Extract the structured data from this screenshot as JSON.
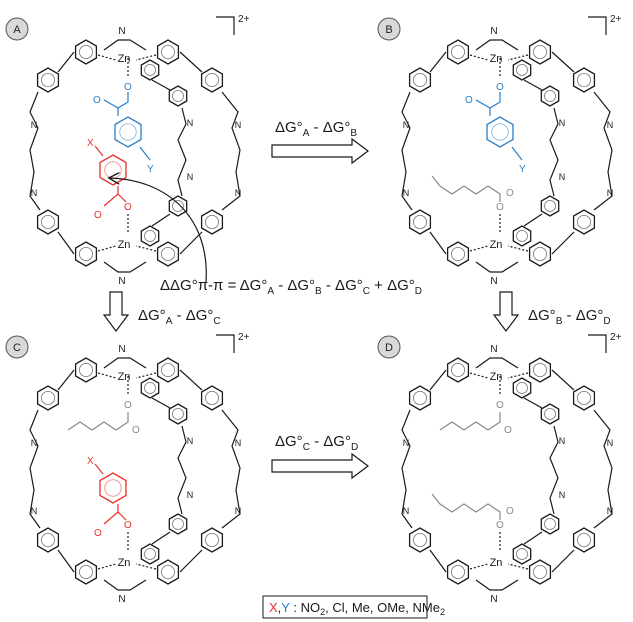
{
  "panels": [
    {
      "id": "A",
      "label": "A",
      "charge_num": "2",
      "charge_sign": "+",
      "guest_top": "blue_ester",
      "guest_bottom": "red_benzoate",
      "sub_x": "X",
      "sub_y": "Y"
    },
    {
      "id": "B",
      "label": "B",
      "charge_num": "2",
      "charge_sign": "+",
      "guest_top": "blue_ester",
      "guest_bottom": "gray_hexanoate",
      "sub_y": "Y"
    },
    {
      "id": "C",
      "label": "C",
      "charge_num": "2",
      "charge_sign": "+",
      "guest_top": "gray_hexanoate",
      "guest_bottom": "red_benzoate",
      "sub_x": "X"
    },
    {
      "id": "D",
      "label": "D",
      "charge_num": "2",
      "charge_sign": "+",
      "guest_top": "gray_hexanoate",
      "guest_bottom": "gray_hexanoate"
    }
  ],
  "metal_label": "Zn",
  "atom_N": "N",
  "arrows": {
    "ab": {
      "pre": "ΔG°",
      "sub1": "A",
      "mid": " - ΔG°",
      "sub2": "B"
    },
    "cd": {
      "pre": "ΔG°",
      "sub1": "C",
      "mid": " - ΔG°",
      "sub2": "D"
    },
    "ac": {
      "pre": "ΔG°",
      "sub1": "A",
      "mid": " - ΔG°",
      "sub2": "C"
    },
    "bd": {
      "pre": "ΔG°",
      "sub1": "B",
      "mid": " - ΔG°",
      "sub2": "D"
    }
  },
  "equation": {
    "t1": "ΔΔG°π-π = ΔG°",
    "s1": "A",
    "t2": " - ΔG°",
    "s2": "B",
    "t3": " - ΔG°",
    "s3": "C",
    "t4": " + ΔG°",
    "s4": "D"
  },
  "legend": {
    "x": "X",
    "comma": ",",
    "y": "Y",
    "text": " : NO",
    "sub2": "2",
    "rest": ", Cl, Me, OMe, NMe",
    "sub2b": "2"
  },
  "colors": {
    "red": "#e8302a",
    "blue": "#2a7fc8",
    "gray": "#8a8a8a",
    "black": "#1a1a1a",
    "badge": "#d9d9d9"
  }
}
